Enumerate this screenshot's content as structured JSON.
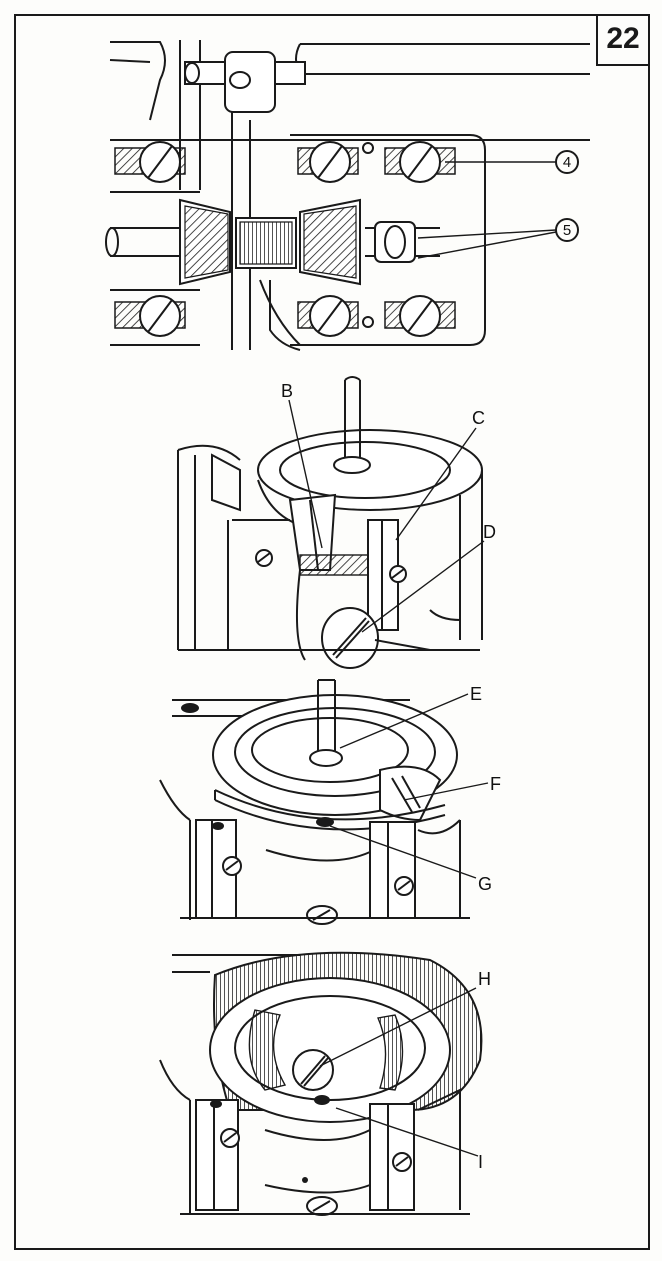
{
  "page": {
    "number": "22"
  },
  "callouts": {
    "c4": "4",
    "c5": "5",
    "B": "B",
    "C": "C",
    "D": "D",
    "E": "E",
    "F": "F",
    "G": "G",
    "H": "H",
    "I": "I"
  }
}
